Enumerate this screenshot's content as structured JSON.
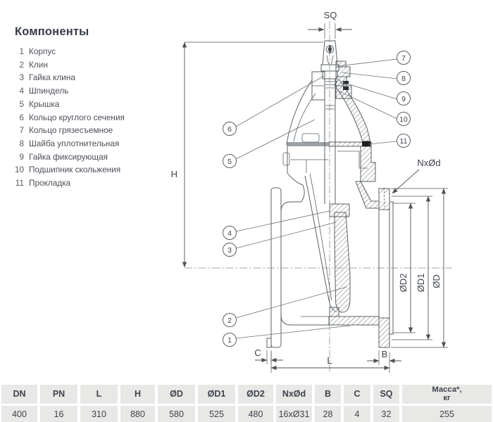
{
  "components": {
    "title": "Компоненты",
    "items": [
      {
        "num": "1",
        "label": "Корпус"
      },
      {
        "num": "2",
        "label": "Клин"
      },
      {
        "num": "3",
        "label": "Гайка клина"
      },
      {
        "num": "4",
        "label": "Шпиндель"
      },
      {
        "num": "5",
        "label": "Крышка"
      },
      {
        "num": "6",
        "label": "Кольцо круглого сечения"
      },
      {
        "num": "7",
        "label": "Кольцо грязесъемное"
      },
      {
        "num": "8",
        "label": "Шайба уплотнительная"
      },
      {
        "num": "9",
        "label": "Гайка фиксирующая"
      },
      {
        "num": "10",
        "label": "Подшипник скольжения"
      },
      {
        "num": "11",
        "label": "Прокладка"
      }
    ]
  },
  "drawing": {
    "dimension_labels": {
      "sq": "SQ",
      "h": "H",
      "nxod": "NxØd",
      "od": "ØD",
      "od1": "ØD1",
      "od2": "ØD2",
      "b": "B",
      "c": "C",
      "l": "L"
    },
    "callouts": [
      "1",
      "2",
      "3",
      "4",
      "5",
      "6",
      "7",
      "8",
      "9",
      "10",
      "11"
    ]
  },
  "table": {
    "columns": [
      {
        "header": "DN",
        "value": "400"
      },
      {
        "header": "PN",
        "value": "16"
      },
      {
        "header": "L",
        "value": "310"
      },
      {
        "header": "H",
        "value": "880"
      },
      {
        "header": "ØD",
        "value": "580"
      },
      {
        "header": "ØD1",
        "value": "525"
      },
      {
        "header": "ØD2",
        "value": "480"
      },
      {
        "header": "NxØd",
        "value": "16xØ31"
      },
      {
        "header": "B",
        "value": "28"
      },
      {
        "header": "C",
        "value": "4"
      },
      {
        "header": "SQ",
        "value": "32"
      },
      {
        "header": "Масса*,\nкг",
        "value": "255"
      }
    ]
  },
  "colors": {
    "line": "#5a5f63",
    "text_dark": "#3c414b",
    "table_cell_bg": "#e8e8e6",
    "gasket_gray": "#9ba0a5",
    "hatch": "#6a6f73"
  }
}
